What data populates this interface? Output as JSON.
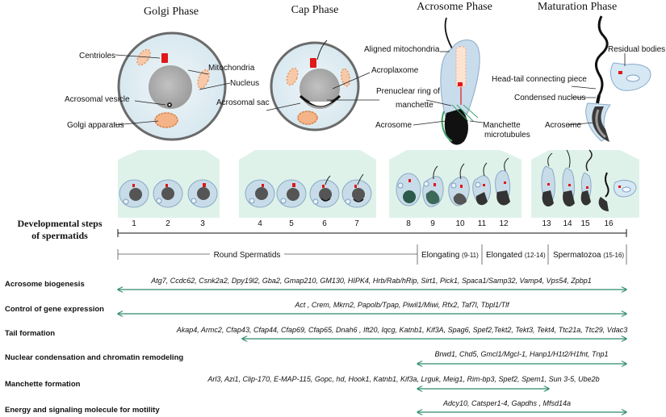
{
  "phases": [
    "Golgi Phase",
    "Cap Phase",
    "Acrosome Phase",
    "Maturation Phase"
  ],
  "labels": {
    "golgi": [
      "Centrioles",
      "Mitochondria",
      "Nucleus",
      "Acrosomal vesicle",
      "Golgi  apparatus"
    ],
    "cap": [
      "Acroplaxome",
      "Acrosomal sac"
    ],
    "acrosome": [
      "Aligned mitochondria",
      "Prenuclear ring  of",
      "manchette",
      "Acrosome",
      "Manchette",
      "microtubules"
    ],
    "maturation": [
      "Residual bodies",
      "Head-tail connecting piece",
      "Condensed nucleus",
      "Acrosome"
    ]
  },
  "steps_title_line1": "Developmental steps",
  "steps_title_line2": "of spermatids",
  "steps": [
    "1",
    "2",
    "3",
    "4",
    "5",
    "6",
    "7",
    "8",
    "9",
    "10",
    "11",
    "12",
    "13",
    "14",
    "15",
    "16"
  ],
  "stages": [
    {
      "name": "Round Spermatids",
      "range": ""
    },
    {
      "name": "Elongating",
      "range": "(9-11)"
    },
    {
      "name": "Elongated",
      "range": "(12-14)"
    },
    {
      "name": "Spermatozoa",
      "range": "(15-16)"
    }
  ],
  "processes": [
    {
      "name": "Acrosome biogenesis",
      "genes": "Atg7, Ccdc62, Csnk2a2, Dpy19l2, Gba2, Gmap210, GM130, HIPK4, Hrb/Rab/hRip, Sirt1, Pick1,  Spaca1/Samp32, Vamp4, Vps54, Zpbp1"
    },
    {
      "name": "Control of gene expression",
      "genes": "Act , Crem, Mkrn2, Papolb/Tpap, Piwil1/Miwi, Rfx2, Taf7l, Tbpl1/Tlf"
    },
    {
      "name": "Tail formation",
      "genes": "Akap4, Armc2, Cfap43, Cfap44, Cfap69, Cfap65, Dnah6 , Ift20, Iqcg, Katnb1, Kif3A, Spag6, Spef2,Tekt2, Tekt3, Tekt4, Ttc21a, Ttc29, Vdac3"
    },
    {
      "name": "Nuclear condensation and chromatin remodeling",
      "genes": "Brwd1, Chd5, Gmcl1/Mgcl-1, Hanp1/H1t2/H1fnt, Tnp1"
    },
    {
      "name": "Manchette formation",
      "genes": "Arl3, Azi1, Clip-170, E-MAP-115, Gopc, hd, Hook1, Katnb1, Kif3a,  Lrguk, Meig1, Rim-bp3, Spef2, Spem1, Sun 3-5, Ube2b"
    },
    {
      "name": "Energy and signaling molecule for motility",
      "genes": "Adcy10, Catsper1-4, Gapdhs , Mfsd14a"
    }
  ],
  "colors": {
    "arrow": "#2e8b6a",
    "panel": "#dff2ea",
    "acrosome_red": "#e01818",
    "mito": "#f2b48a"
  }
}
